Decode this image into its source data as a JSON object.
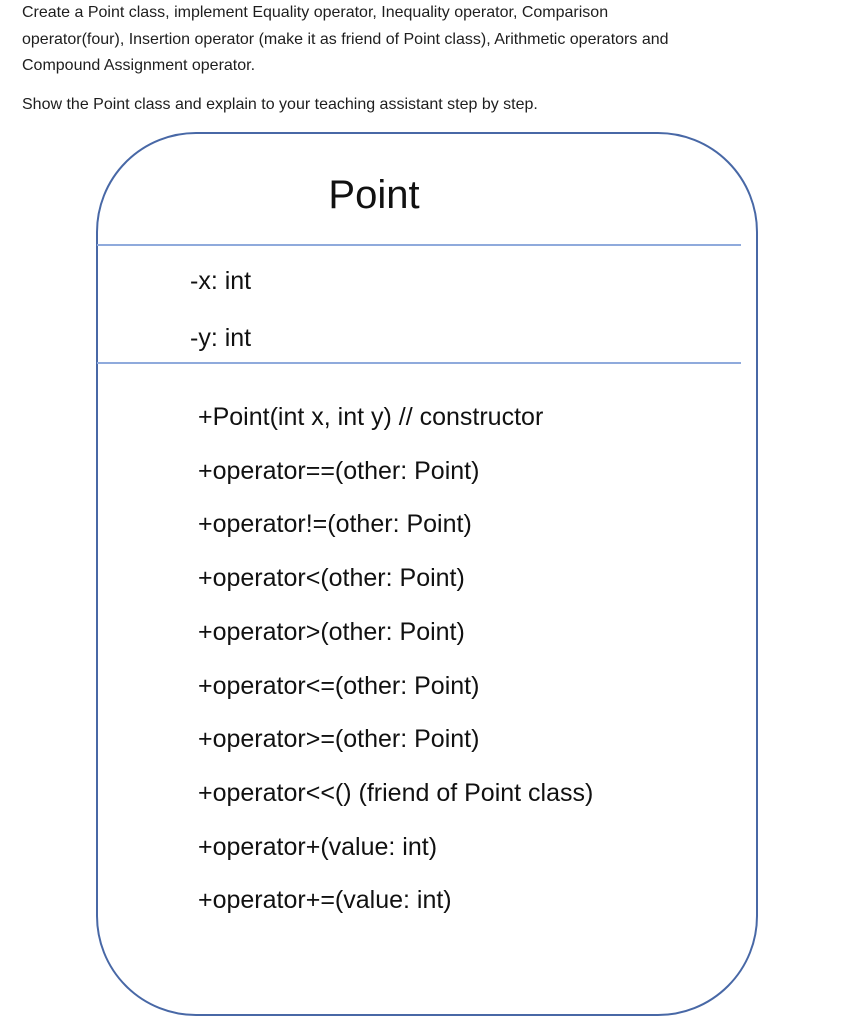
{
  "theme": {
    "background": "#ffffff",
    "body_text_color": "#1e1e1e",
    "diagram_text_color": "#111111",
    "border_color": "#4868a6",
    "divider_color": "#8faadc"
  },
  "instructions": {
    "paragraph1_lines": [
      "Create a Point class, implement Equality operator, Inequality operator, Comparison",
      "operator(four), Insertion operator (make it as friend of Point class), Arithmetic operators and",
      "Compound Assignment operator."
    ],
    "paragraph2": "Show the Point class and explain to your teaching assistant step by step."
  },
  "uml_class": {
    "title": "Point",
    "attributes": [
      "-x: int",
      "-y: int"
    ],
    "methods": [
      "+Point(int x, int y) // constructor",
      "+operator==(other: Point)",
      "+operator!=(other: Point)",
      "+operator<(other: Point)",
      "+operator>(other: Point)",
      "+operator<=(other: Point)",
      "+operator>=(other: Point)",
      "+operator<<() (friend of Point class)",
      "+operator+(value: int)",
      "+operator+=(value: int)"
    ]
  }
}
